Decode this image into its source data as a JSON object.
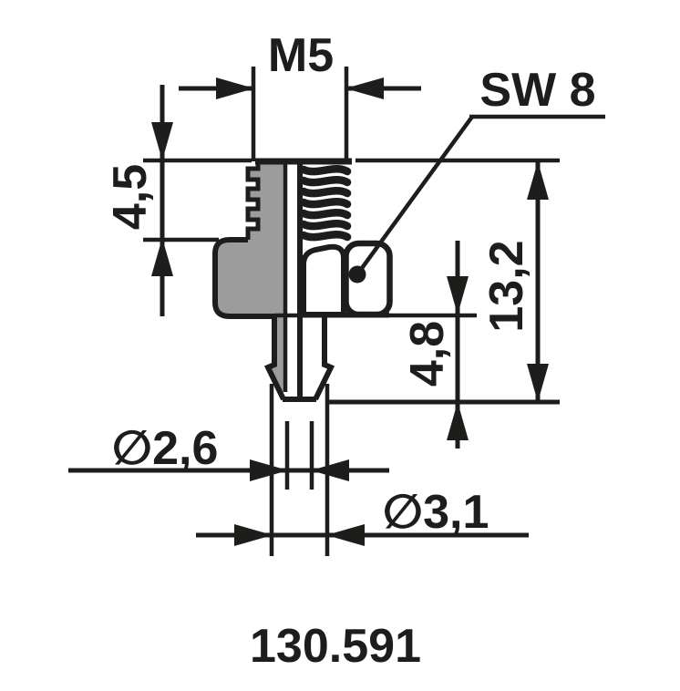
{
  "figure": {
    "kind": "technical-drawing",
    "part_number": "130.591",
    "thread_label": "M5",
    "wrench_label": "SW 8",
    "dim_top_length": "4,5",
    "dim_total_length": "13,2",
    "dim_tip_length": "4,8",
    "dim_bore_diameter": "∅2,6",
    "dim_tip_diameter": "∅3,1",
    "colors": {
      "line": "#1d1d1b",
      "section_fill": "#9c9c9c",
      "background": "#ffffff"
    }
  }
}
